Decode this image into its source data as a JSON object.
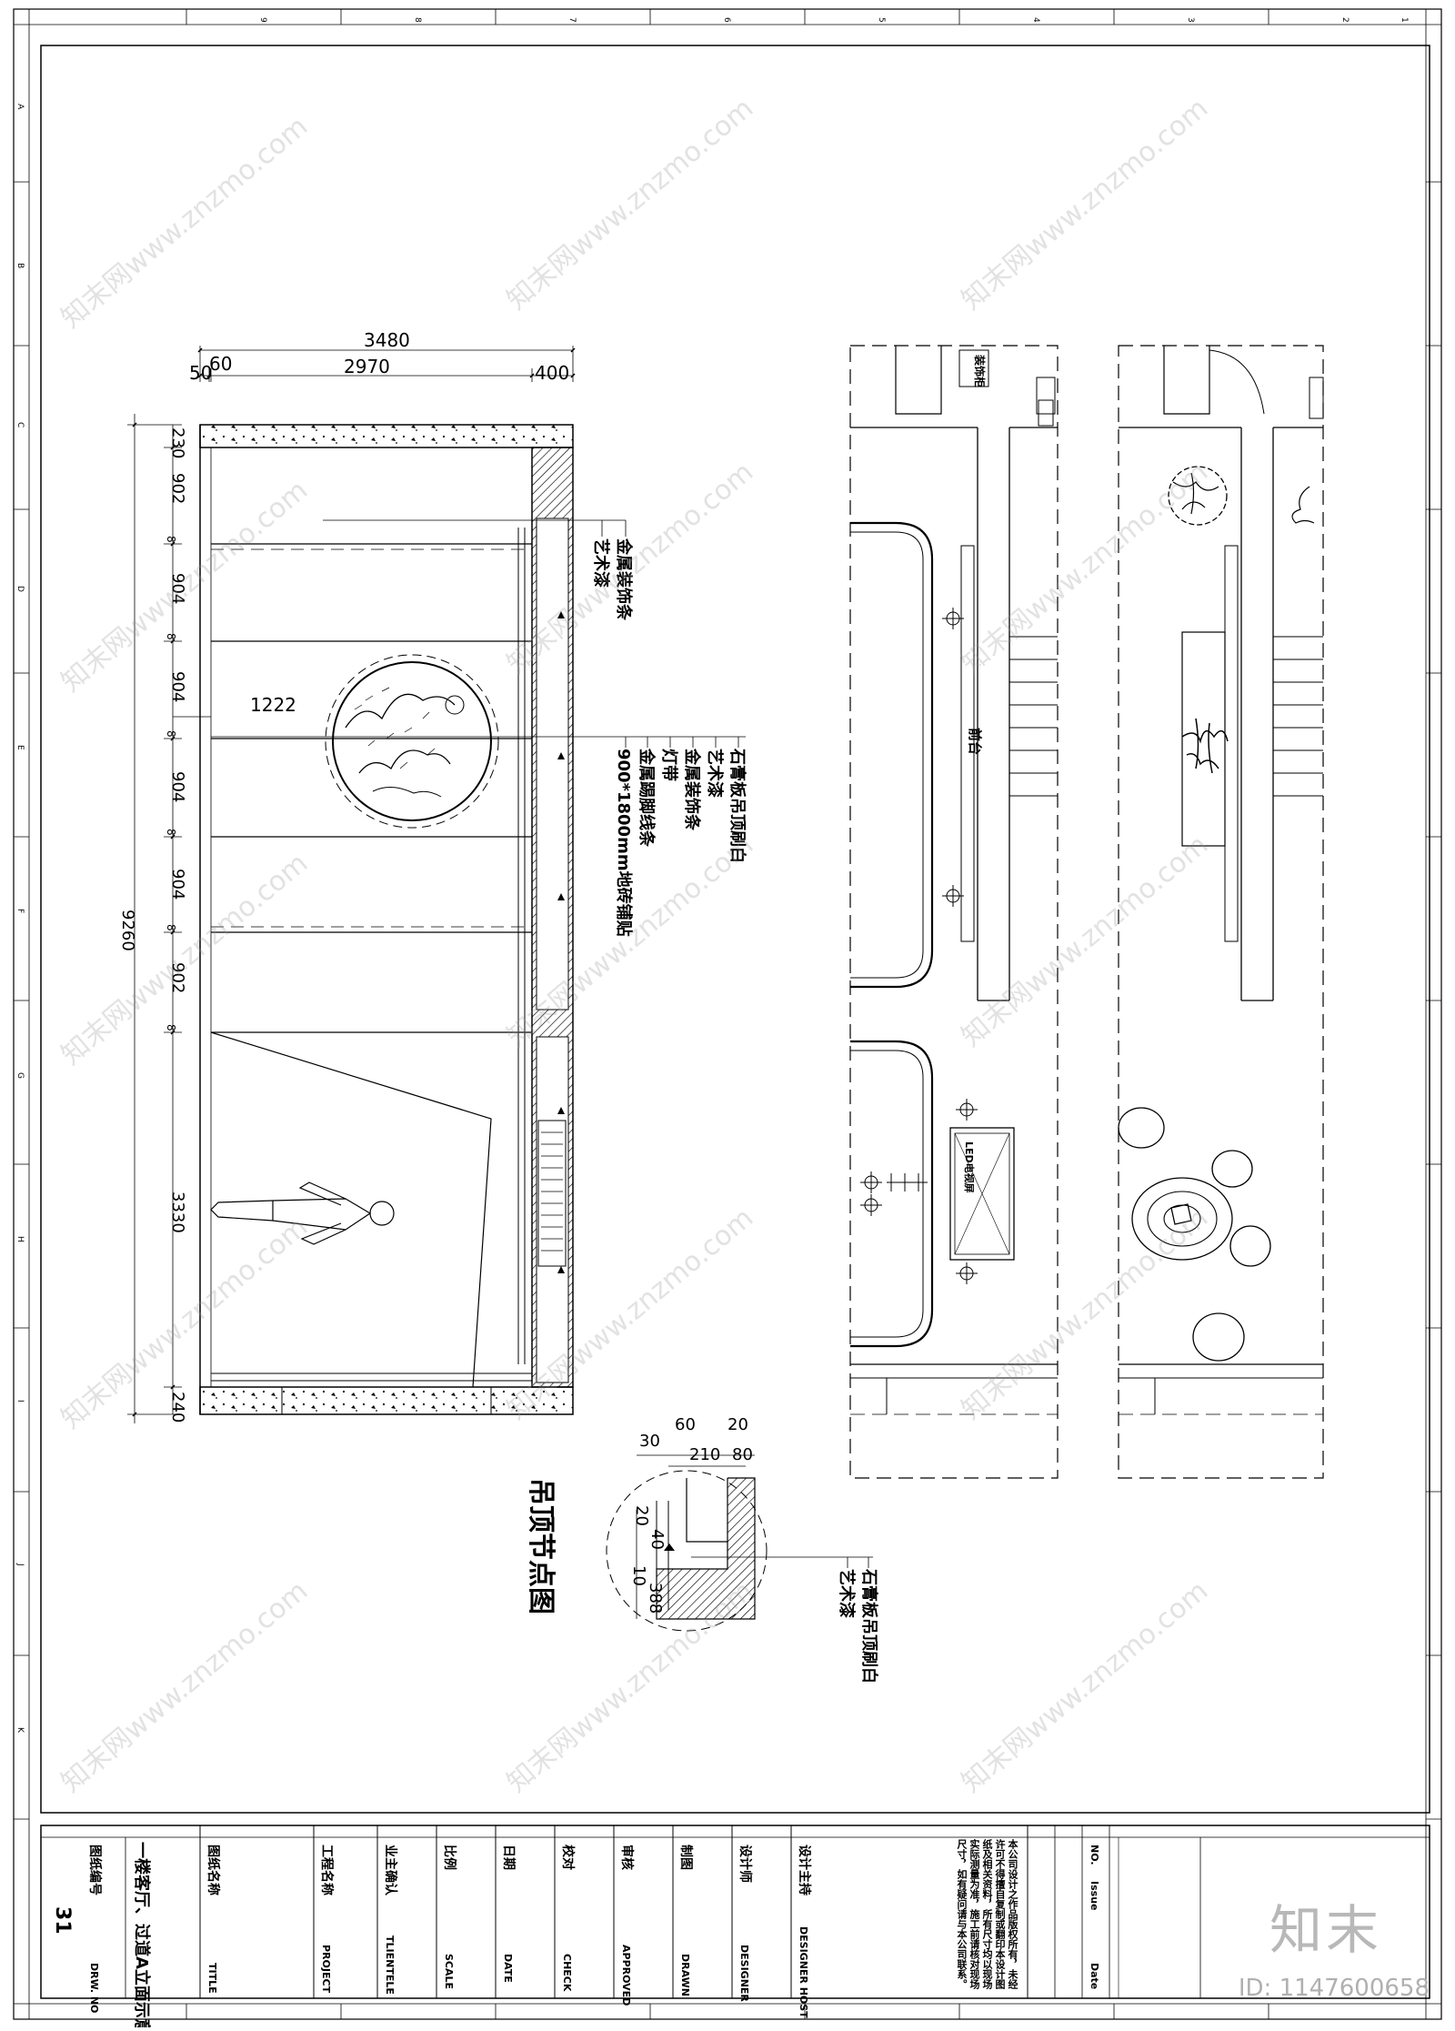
{
  "border": {
    "top_numbers": [
      "9",
      "8",
      "7",
      "6",
      "5",
      "4",
      "3",
      "2",
      "1"
    ],
    "side_letters": [
      "A",
      "B",
      "C",
      "D",
      "E",
      "F",
      "G",
      "H",
      "I",
      "J",
      "K"
    ]
  },
  "elevation": {
    "dim_total_width": "3480",
    "dim_top": [
      "50",
      "60",
      "2970",
      "400"
    ],
    "dim_total_height": "9260",
    "dim_left": [
      "230",
      "902",
      "904",
      "904",
      "904",
      "904",
      "902",
      "3330",
      "240"
    ],
    "dim_left_gaps": [
      "8",
      "8",
      "8",
      "8",
      "8",
      "8"
    ],
    "dim_circle": "1222",
    "callout_top": [
      "金属装饰条",
      "艺术漆"
    ],
    "callout_mid": [
      "石膏板吊顶刷白",
      "艺术漆",
      "金属装饰条",
      "灯带",
      "金属踢脚线条",
      "900*1800mm地砖铺贴"
    ]
  },
  "detail": {
    "title": "吊顶节点图",
    "dims_top": [
      "30",
      "60",
      "20",
      "210",
      "80"
    ],
    "dims_side": [
      "20",
      "40",
      "10",
      "388"
    ],
    "callout": [
      "石膏板吊顶刷白",
      "艺术漆"
    ]
  },
  "plan_labels": {
    "left_small": "装饰柜",
    "left_center": "前台",
    "left_tv": "LED电视屏"
  },
  "title_block": {
    "drawing_name_label": "图纸名称",
    "drawing_name_label_en": "TITLE",
    "drawing_name": "一楼客厅、过道A立面示意图",
    "drawing_no_label": "图纸编号",
    "drawing_no_label_en": "DRW. NO",
    "drawing_no": "31",
    "project_label": "工程名称",
    "project_label_en": "PROJECT",
    "client_label": "业主确认",
    "client_label_en": "TLIENTELE",
    "scale_label": "比例",
    "scale_label_en": "SCALE",
    "date_label": "日期",
    "date_label_en": "DATE",
    "check_label": "校对",
    "check_label_en": "CHECK",
    "approved_label": "审核",
    "approved_label_en": "APPROVED",
    "drawn_label": "制图",
    "drawn_label_en": "DRAWN",
    "designer_label": "设计师",
    "designer_label_en": "DESIGNER",
    "director_label": "设计主持",
    "director_label_en": "DESIGNER HOST",
    "note": "本公司设计之作品版权所有，未经许可不得擅自复制或翻印本设计图纸及相关资料，所有尺寸均以现场实际测量为准，施工前请核对现场尺寸，如有疑问请与本公司联系。",
    "no_label": "NO.",
    "issue_label": "Issue",
    "date_col_label": "Date"
  },
  "watermark": {
    "text": "知末网www.znzmo.com",
    "brand": "知末",
    "id": "ID: 1147600658"
  }
}
